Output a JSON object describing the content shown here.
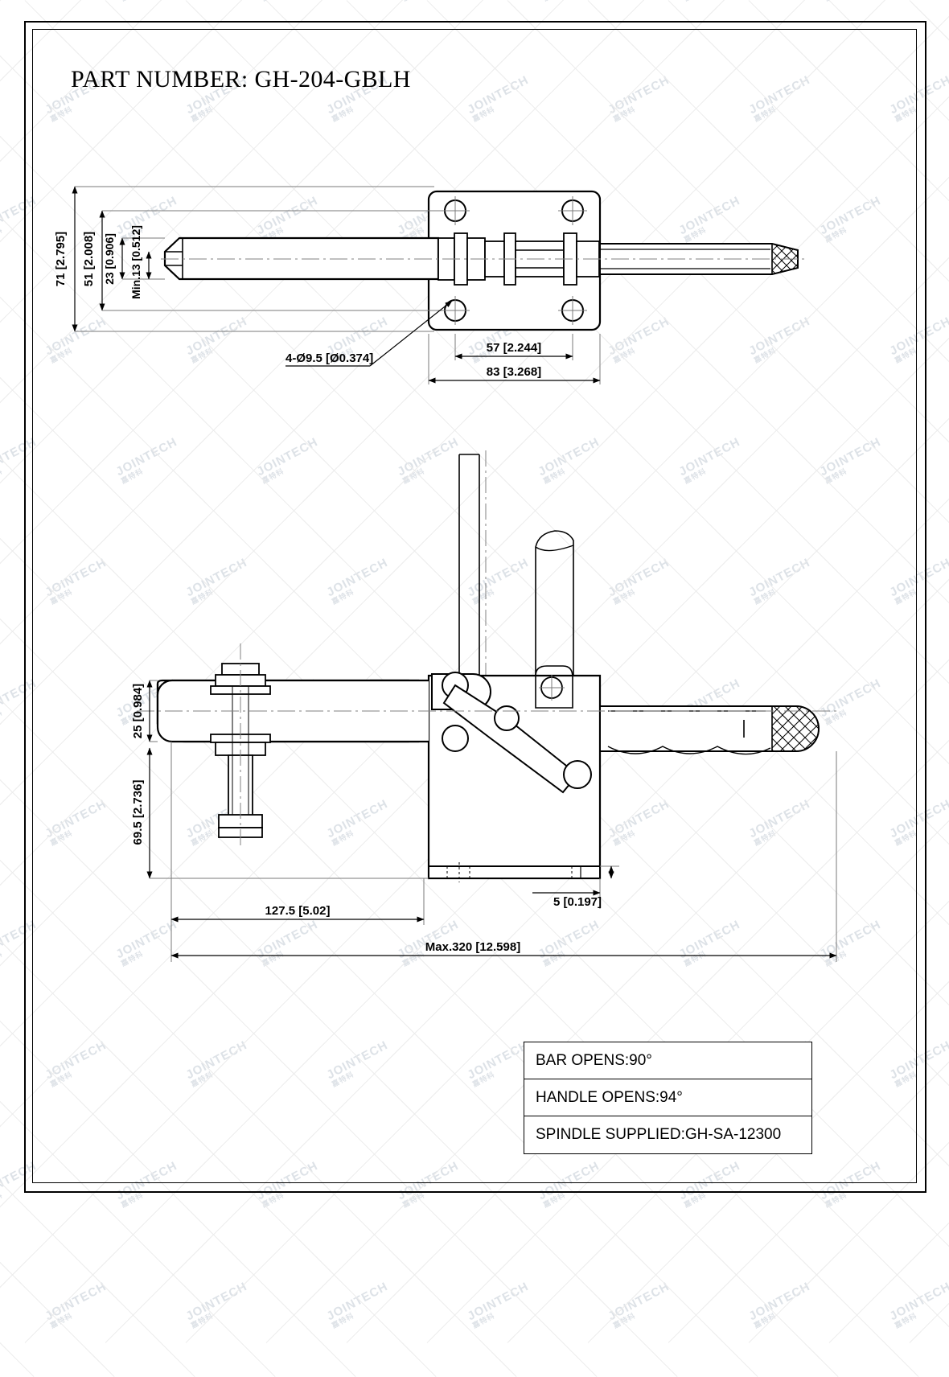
{
  "document": {
    "title_label": "PART NUMBER:",
    "part_number": "GH-204-GBLH",
    "title_full": "PART NUMBER:  GH-204-GBLH"
  },
  "watermark": {
    "text_main": "JOINTECH",
    "text_sub": "嘉特科"
  },
  "top_view": {
    "vertical_dimensions": [
      {
        "name": "overall-height",
        "text": "71 [2.795]"
      },
      {
        "name": "mounting-hole-spacing",
        "text": "51 [2.008]"
      },
      {
        "name": "bar-height",
        "text": "23 [0.906]"
      },
      {
        "name": "minimum-clearance",
        "text": "Min.13 [0.512]"
      }
    ],
    "horizontal_dimensions": [
      {
        "name": "hole-center-width",
        "text": "57 [2.244]"
      },
      {
        "name": "base-plate-width",
        "text": "83 [3.268]"
      }
    ],
    "callouts": [
      {
        "name": "hole-callout",
        "text": "4-Ø9.5 [Ø0.374]"
      }
    ]
  },
  "side_view": {
    "vertical_dimensions": [
      {
        "name": "spindle-height-above",
        "text": "25 [0.984]"
      },
      {
        "name": "base-to-spindle",
        "text": "69.5 [2.736]"
      }
    ],
    "horizontal_dimensions": [
      {
        "name": "base-to-bar-length",
        "text": "127.5 [5.02]"
      },
      {
        "name": "plate-thickness",
        "text": "5 [0.197]"
      },
      {
        "name": "max-overall-length",
        "text": "Max.320 [12.598]"
      }
    ]
  },
  "spec_table": {
    "rows": [
      {
        "name": "bar-opens",
        "text": "BAR OPENS:90°"
      },
      {
        "name": "handle-opens",
        "text": "HANDLE OPENS:94°"
      },
      {
        "name": "spindle-supplied",
        "text": "SPINDLE SUPPLIED:GH-SA-12300"
      }
    ]
  },
  "colors": {
    "line": "#000000",
    "thin_line": "#808080",
    "watermark": "#d8dde3",
    "background": "#ffffff"
  }
}
